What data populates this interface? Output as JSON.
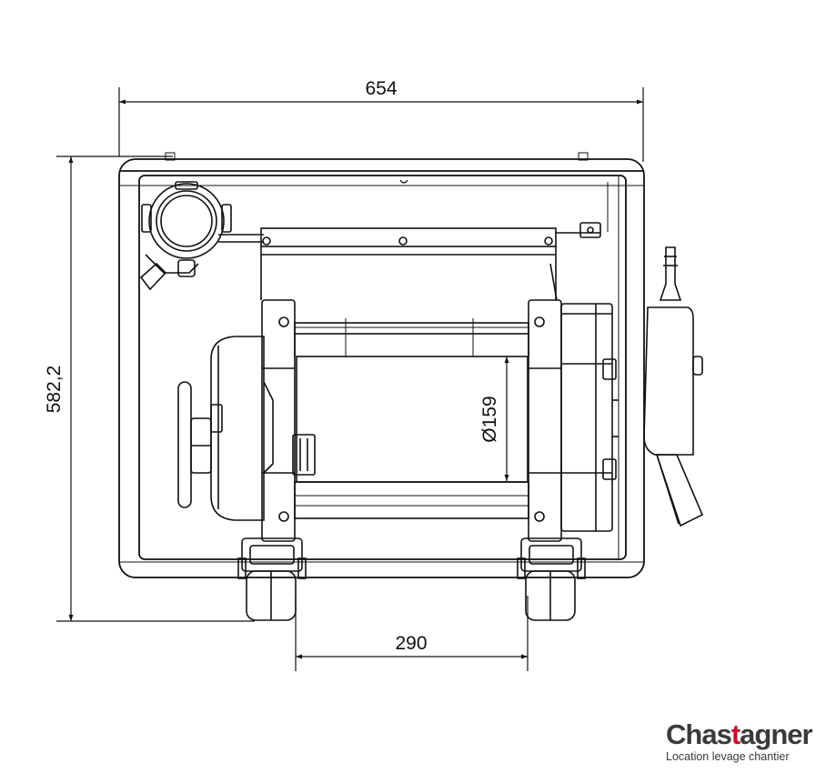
{
  "dimensions": {
    "width": "654",
    "height": "582,2",
    "diameter": "Ø159",
    "wheel_spacing": "290"
  },
  "logo": {
    "name_part1": "Chas",
    "name_accent": "t",
    "name_part2": "agner",
    "tagline": "Location levage chantier",
    "accent_color": "#c8102e",
    "text_color": "#3a3a3a"
  }
}
